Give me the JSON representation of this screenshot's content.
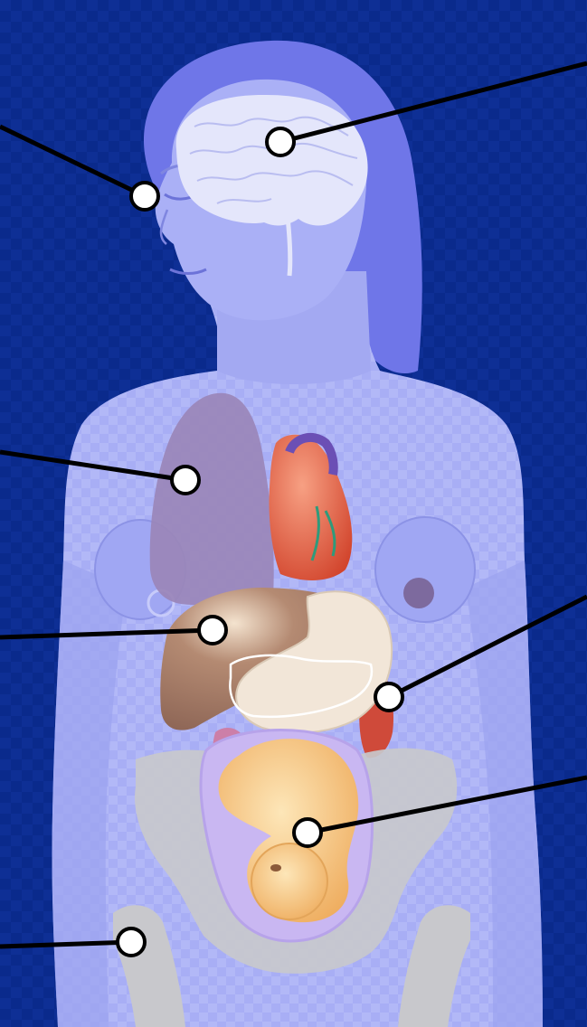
{
  "colors": {
    "background": "#0a2a8c",
    "background_tile": "#0e2f95",
    "skin": "#a8aef5",
    "skin_shadow": "#8f96ea",
    "hair": "#6f76e8",
    "brain": "#e4e6fb",
    "lung": "#9a86b8",
    "heart": "#e2563b",
    "liver": "#9e7565",
    "stomach": "#f2e6d8",
    "spleen": "#cf4a3a",
    "uterus": "#c9b7f2",
    "fetus": "#f6c27c",
    "pelvis": "#c8c8cc",
    "label_line": "#000000",
    "label_dot": "#ffffff"
  },
  "callouts": [
    {
      "id": "eye",
      "icon": "eye-pointer"
    },
    {
      "id": "brain",
      "icon": "brain-pointer"
    },
    {
      "id": "lung",
      "icon": "lung-pointer"
    },
    {
      "id": "liver",
      "icon": "liver-pointer"
    },
    {
      "id": "spleen",
      "icon": "spleen-pointer"
    },
    {
      "id": "fetus",
      "icon": "fetus-pointer"
    },
    {
      "id": "pelvis",
      "icon": "pelvis-pointer"
    }
  ]
}
